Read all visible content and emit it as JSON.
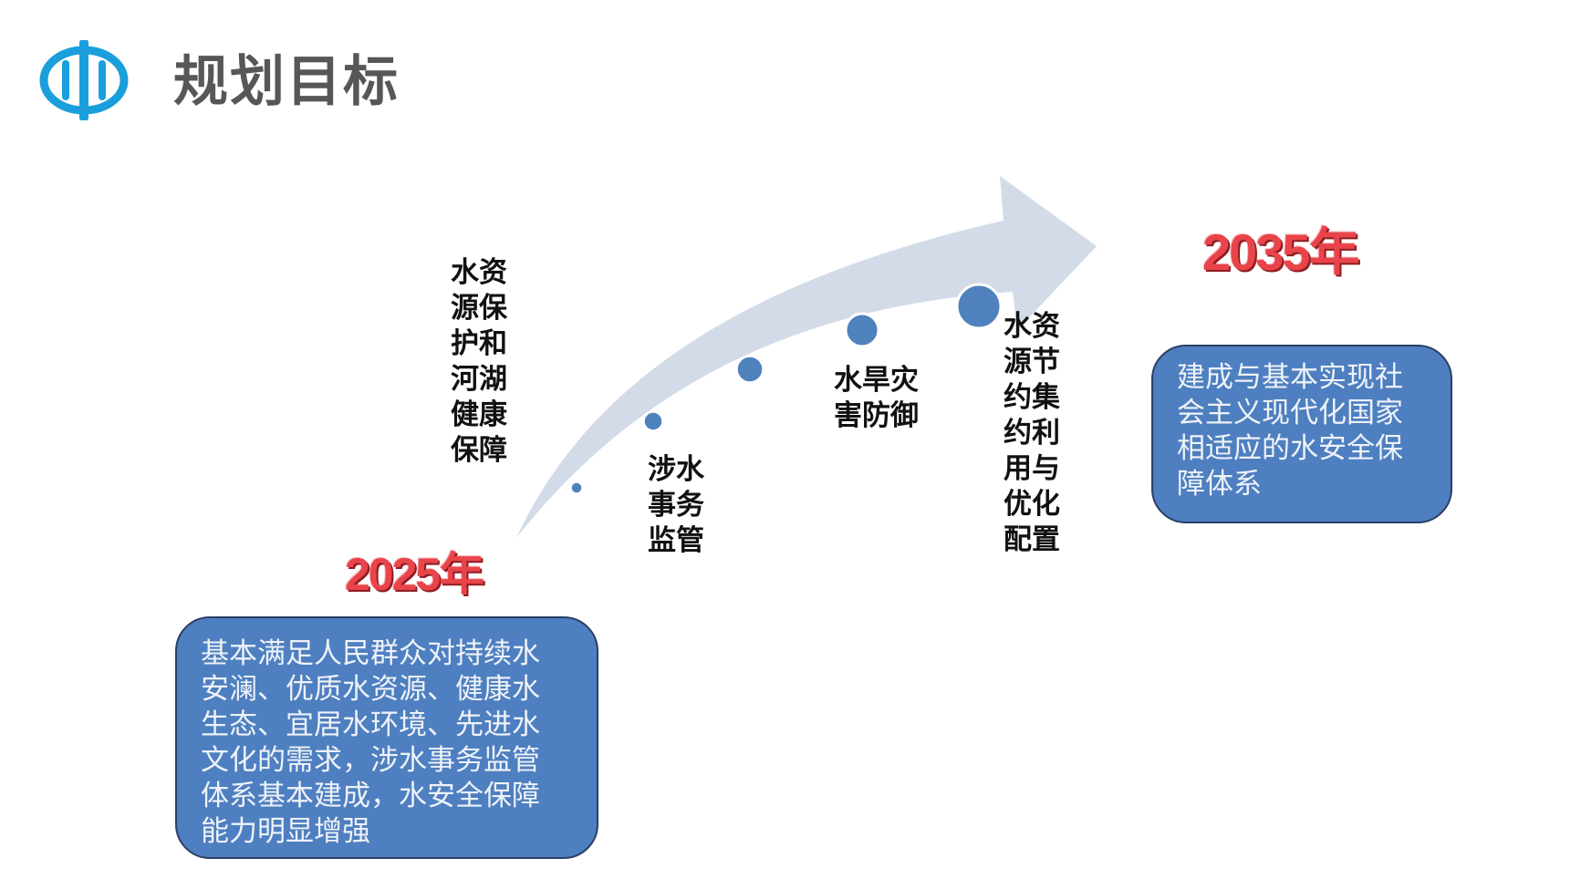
{
  "header": {
    "title": "规划目标",
    "logo_icon": "water-emblem-icon",
    "logo_color": "#1a9fdc"
  },
  "diagram": {
    "arrow_color": "#d3dbe9",
    "dot_color": "#4f81bd",
    "dot_count": 5,
    "milestones": [
      {
        "label": "水资源保护和河湖健康保障",
        "lines": [
          "水资",
          "源保",
          "护和",
          "河湖",
          "健康",
          "保障"
        ]
      },
      {
        "label": "涉水事务监管",
        "lines": [
          "涉水",
          "事务",
          "监管"
        ]
      },
      {
        "label": "水旱灾害防御",
        "lines": [
          "水旱灾",
          "害防御"
        ]
      },
      {
        "label": "水资源节约集约利用与优化配置",
        "lines": [
          "水资",
          "源节",
          "约集",
          "约利",
          "用与",
          "优化",
          "配置"
        ]
      }
    ],
    "start": {
      "year": "2025年",
      "goal_lines": [
        "基本满足人民群众对持续水",
        "安澜、优质水资源、健康水",
        "生态、宜居水环境、先进水",
        "文化的需求，涉水事务监管",
        "体系基本建成，水安全保障",
        "能力明显增强"
      ]
    },
    "end": {
      "year": "2035年",
      "goal_lines": [
        "建成与基本实现社",
        "会主义现代化国家",
        "相适应的水安全保",
        "障体系"
      ]
    },
    "accent_year_color": "#e8444a",
    "box_color": "#4e7fc0",
    "box_text_color": "#eef2f8"
  }
}
